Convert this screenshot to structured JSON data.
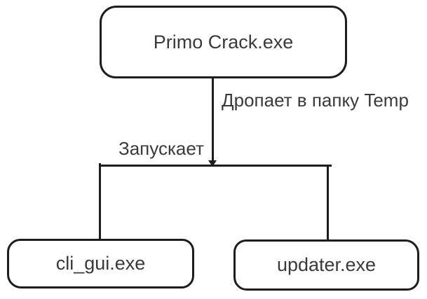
{
  "diagram": {
    "colors": {
      "stroke": "#1d1d1d",
      "text": "#3a3a3a",
      "background": "#ffffff"
    },
    "nodes": [
      {
        "id": "primo-crack",
        "label": "Primo Crack.exe"
      },
      {
        "id": "cli-gui",
        "label": "cli_gui.exe"
      },
      {
        "id": "updater",
        "label": "updater.exe"
      }
    ],
    "edges": [
      {
        "from": "primo-crack",
        "to": "branch",
        "label": "Дропает в папку Temp"
      },
      {
        "from": "branch",
        "to": "cli-gui, updater",
        "label": "Запускает"
      }
    ]
  }
}
